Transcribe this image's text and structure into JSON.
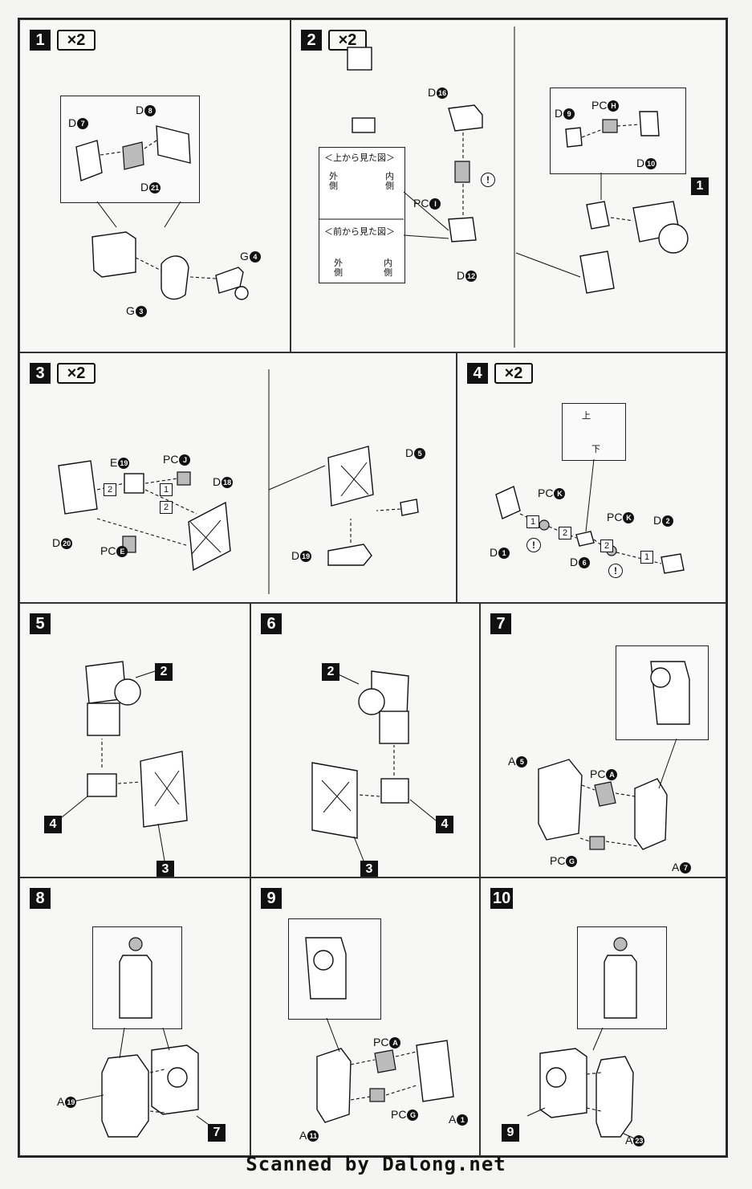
{
  "steps": [
    {
      "num": "1",
      "times": "×2",
      "labels": [
        {
          "p": "D",
          "n": "7"
        },
        {
          "p": "D",
          "n": "8"
        },
        {
          "p": "D",
          "n": "21"
        },
        {
          "p": "G",
          "n": "4"
        },
        {
          "p": "G",
          "n": "3"
        }
      ]
    },
    {
      "num": "2",
      "times": "×2",
      "labels": [
        {
          "p": "D",
          "n": "16"
        },
        {
          "p": "PC",
          "n": "I"
        },
        {
          "p": "D",
          "n": "12"
        },
        {
          "p": "D",
          "n": "9"
        },
        {
          "p": "PC",
          "n": "H"
        },
        {
          "p": "D",
          "n": "10"
        }
      ],
      "ref": "1",
      "view_top": {
        "title": "＜上から見た図＞",
        "outer": "外側",
        "inner": "内側"
      },
      "view_front": {
        "title": "＜前から見た図＞",
        "outer": "外側",
        "inner": "内側"
      }
    },
    {
      "num": "3",
      "times": "×2",
      "labels": [
        {
          "p": "E",
          "n": "19"
        },
        {
          "p": "PC",
          "n": "J"
        },
        {
          "p": "D",
          "n": "18"
        },
        {
          "p": "D",
          "n": "20"
        },
        {
          "p": "PC",
          "n": "E"
        },
        {
          "p": "D",
          "n": "5"
        },
        {
          "p": "D",
          "n": "19"
        }
      ]
    },
    {
      "num": "4",
      "times": "×2",
      "labels": [
        {
          "p": "PC",
          "n": "K"
        },
        {
          "p": "PC",
          "n": "K"
        },
        {
          "p": "D",
          "n": "2"
        },
        {
          "p": "D",
          "n": "1"
        },
        {
          "p": "D",
          "n": "6"
        }
      ],
      "updown": {
        "up": "上",
        "down": "下"
      }
    },
    {
      "num": "5",
      "refs": [
        "2",
        "4",
        "3"
      ]
    },
    {
      "num": "6",
      "refs": [
        "2",
        "4",
        "3"
      ]
    },
    {
      "num": "7",
      "labels": [
        {
          "p": "A",
          "n": "5"
        },
        {
          "p": "PC",
          "n": "A"
        },
        {
          "p": "PC",
          "n": "G"
        },
        {
          "p": "A",
          "n": "7"
        }
      ]
    },
    {
      "num": "8",
      "labels": [
        {
          "p": "A",
          "n": "19"
        }
      ],
      "refs": [
        "7"
      ]
    },
    {
      "num": "9",
      "labels": [
        {
          "p": "PC",
          "n": "A"
        },
        {
          "p": "PC",
          "n": "G"
        },
        {
          "p": "A",
          "n": "11"
        },
        {
          "p": "A",
          "n": "1"
        }
      ]
    },
    {
      "num": "10",
      "labels": [
        {
          "p": "A",
          "n": "23"
        }
      ],
      "refs": [
        "9"
      ]
    }
  ],
  "subs": {
    "one": "1",
    "two": "2"
  },
  "warn": "!",
  "footer": "Scanned by Dalong.net"
}
